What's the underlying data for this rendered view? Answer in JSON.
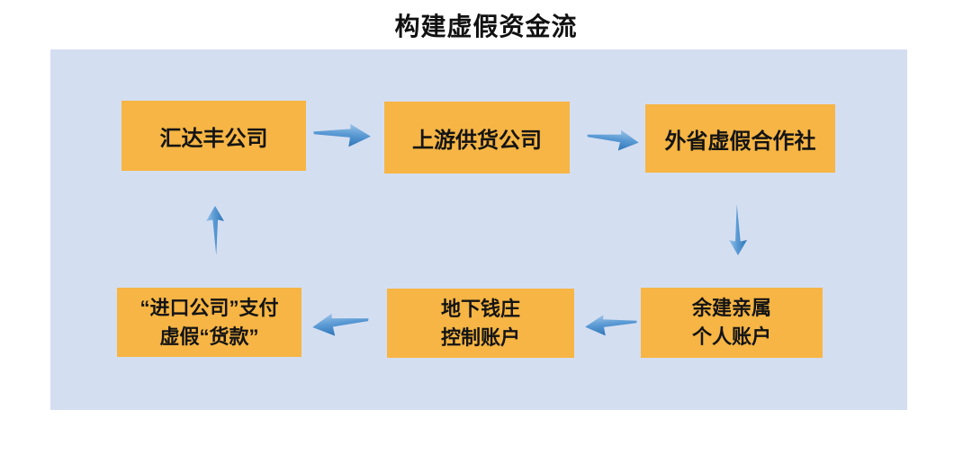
{
  "title": "构建虚假资金流",
  "colors": {
    "page_bg": "#ffffff",
    "panel_bg": "#d4def1",
    "box_bg": "#f6b544",
    "text": "#141414",
    "arrow_light": "#9dc3e6",
    "arrow_mid": "#5b9bd5",
    "arrow_dark": "#2e75b6"
  },
  "nodes": [
    {
      "name": "huidafeng-company",
      "lines": [
        "汇达丰公司"
      ]
    },
    {
      "name": "upstream-supplier-company",
      "lines": [
        "上游供货公司"
      ]
    },
    {
      "name": "out-of-province-fake-cooperative",
      "lines": [
        "外省虚假合作社"
      ]
    },
    {
      "name": "import-company-pays-fake-payment",
      "lines": [
        "“进口公司”支付",
        "虚假“货款”"
      ]
    },
    {
      "name": "underground-bank-controlled-account",
      "lines": [
        "地下钱庄",
        "控制账户"
      ]
    },
    {
      "name": "yujian-relatives-personal-account",
      "lines": [
        "余建亲属",
        "个人账户"
      ]
    }
  ],
  "flows": [
    {
      "from": "汇达丰公司",
      "to": "上游供货公司",
      "direction": "right"
    },
    {
      "from": "上游供货公司",
      "to": "外省虚假合作社",
      "direction": "right"
    },
    {
      "from": "外省虚假合作社",
      "to": "余建亲属个人账户",
      "direction": "down"
    },
    {
      "from": "余建亲属个人账户",
      "to": "地下钱庄控制账户",
      "direction": "left"
    },
    {
      "from": "地下钱庄控制账户",
      "to": "“进口公司”支付虚假“货款”",
      "direction": "left"
    },
    {
      "from": "“进口公司”支付虚假“货款”",
      "to": "汇达丰公司",
      "direction": "up"
    }
  ]
}
